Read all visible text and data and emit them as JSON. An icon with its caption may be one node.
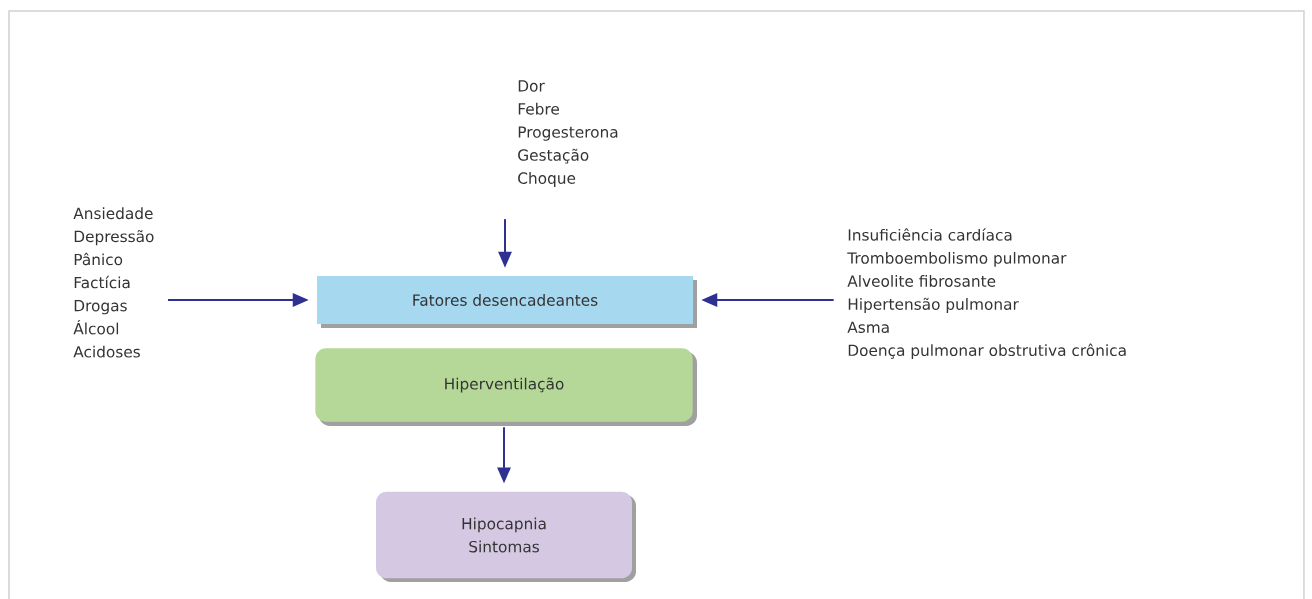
{
  "diagram": {
    "nodes": [
      {
        "text": [
          "Dor",
          "Febre",
          "Progesterona",
          "Gestação",
          "Choque"
        ]
      },
      {
        "text": [
          "Ansiedade",
          "Depressão",
          "Pânico",
          "Factícia",
          "Drogas",
          "Álcool",
          "Acidoses"
        ]
      },
      {
        "text": [
          "Insuficiência cardíaca",
          "Tromboembolismo pulmonar",
          "Alveolite fibrosante",
          "Hipertensão pulmonar",
          "Asma",
          "Doença pulmonar obstrutiva crônica"
        ]
      },
      {
        "text": [
          "Fatores desencadeantes"
        ]
      },
      {
        "text": [
          "Hiperventilação"
        ]
      },
      {
        "text": [
          "Hipocapnia",
          "Sintomas"
        ]
      }
    ],
    "edges": [
      {
        "from": 0,
        "to": 3,
        "arrow": "to"
      },
      {
        "from": 1,
        "to": 3,
        "arrow": "to"
      },
      {
        "from": 2,
        "to": 3,
        "arrow": "to"
      },
      {
        "from": 4,
        "to": 5,
        "arrow": "to"
      }
    ]
  }
}
